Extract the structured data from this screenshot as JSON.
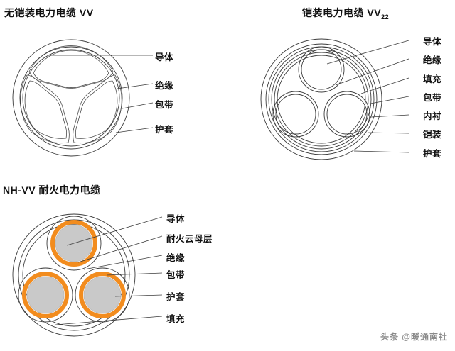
{
  "page": {
    "background": "#ffffff",
    "line_color": "#3b3b3b",
    "mica_color": "#F28C1E",
    "conductor_color": "#C9C9C9",
    "watermark": "头条 @暖通南社"
  },
  "diagrams": [
    {
      "id": "unarmored-vv",
      "title": "无铠装电力电缆 VV",
      "title_suffix": "",
      "cores": 3,
      "core_shape": "sector",
      "labels": [
        {
          "text": "导体"
        },
        {
          "text": "绝缘"
        },
        {
          "text": "包带"
        },
        {
          "text": "护套"
        }
      ]
    },
    {
      "id": "armored-vv22",
      "title": "铠装电力电缆 VV",
      "title_suffix": "22",
      "cores": 3,
      "core_shape": "round",
      "labels": [
        {
          "text": "导体"
        },
        {
          "text": "绝缘"
        },
        {
          "text": "填充"
        },
        {
          "text": "包带"
        },
        {
          "text": "内衬"
        },
        {
          "text": "铠装"
        },
        {
          "text": "护套"
        }
      ]
    },
    {
      "id": "fire-resistant-nh-vv",
      "title": "NH-VV 耐火电力电缆",
      "title_suffix": "",
      "cores": 3,
      "core_shape": "round-mica",
      "labels": [
        {
          "text": "导体"
        },
        {
          "text": "耐火云母层"
        },
        {
          "text": "绝缘"
        },
        {
          "text": "包带"
        },
        {
          "text": "护套"
        },
        {
          "text": "填充"
        }
      ]
    }
  ]
}
